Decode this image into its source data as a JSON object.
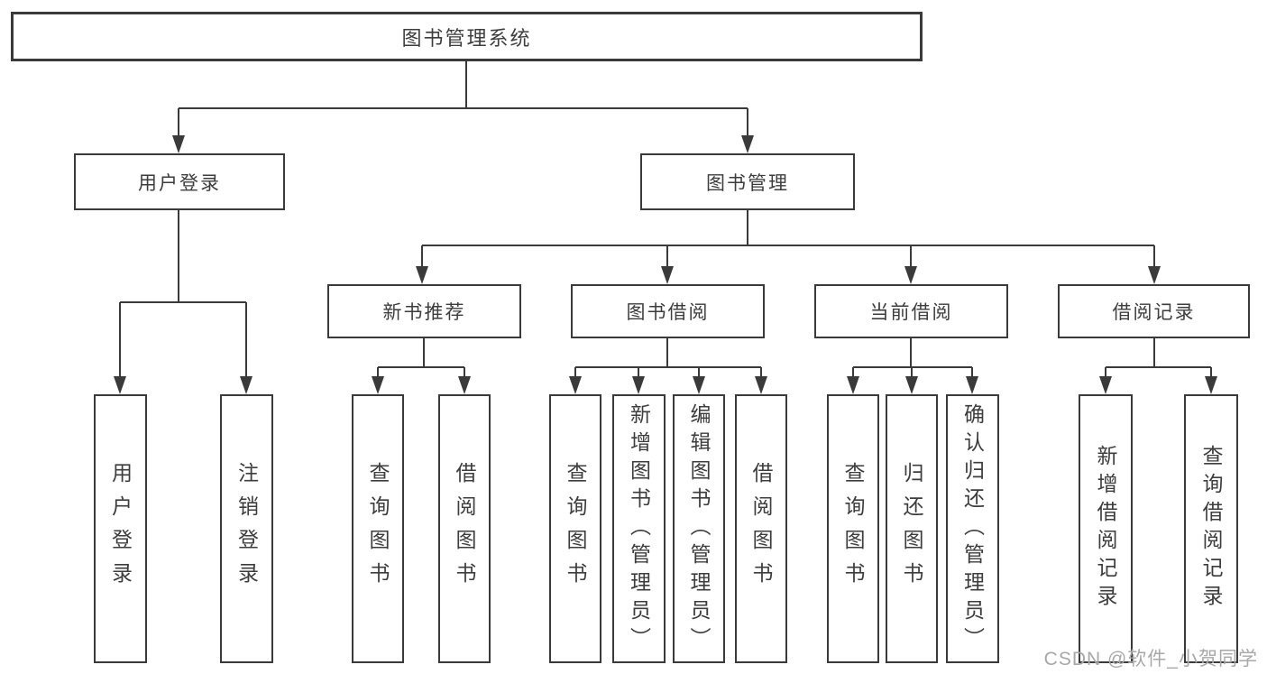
{
  "diagram_title": "图书管理系统",
  "colors": {
    "line": "#3a3a3a",
    "text": "#3d3d3d",
    "watermark": "#a8a8a8"
  },
  "tree": {
    "label": "图书管理系统",
    "children": [
      {
        "label": "用户登录",
        "children": [
          {
            "label": "用户登录"
          },
          {
            "label": "注销登录"
          }
        ]
      },
      {
        "label": "图书管理",
        "children": [
          {
            "label": "新书推荐",
            "children": [
              {
                "label": "查询图书"
              },
              {
                "label": "借阅图书"
              }
            ]
          },
          {
            "label": "图书借阅",
            "children": [
              {
                "label": "查询图书"
              },
              {
                "label": "新增图书（管理员）"
              },
              {
                "label": "编辑图书（管理员）"
              },
              {
                "label": "借阅图书"
              }
            ]
          },
          {
            "label": "当前借阅",
            "children": [
              {
                "label": "查询图书"
              },
              {
                "label": "归还图书"
              },
              {
                "label": "确认归还（管理员）"
              }
            ]
          },
          {
            "label": "借阅记录",
            "children": [
              {
                "label": "新增借阅记录"
              },
              {
                "label": "查询借阅记录"
              }
            ]
          }
        ]
      }
    ]
  },
  "watermark": {
    "text": "CSDN @软件_小贺同学"
  }
}
